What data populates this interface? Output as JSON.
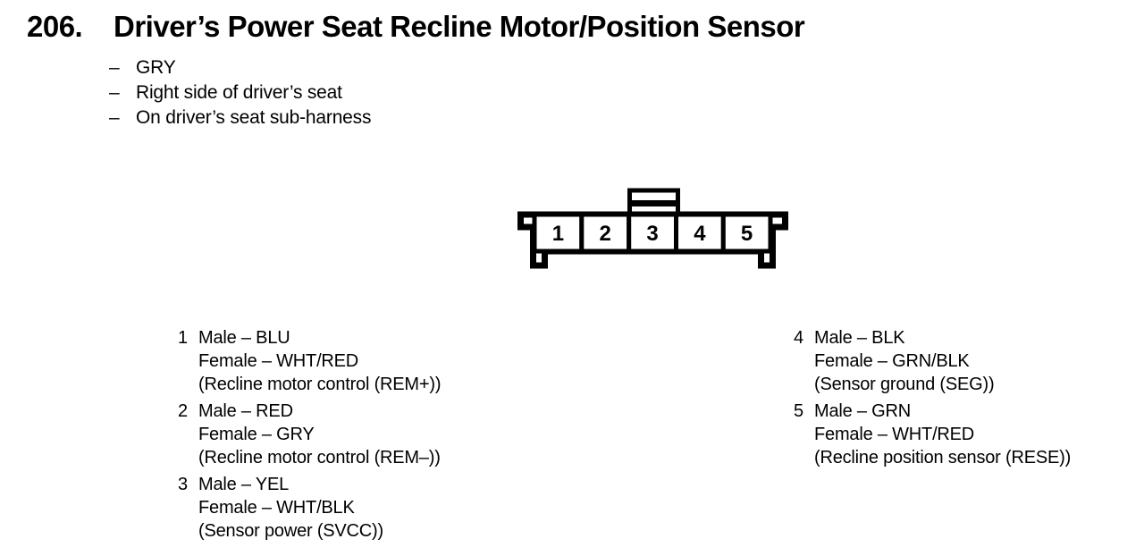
{
  "page": {
    "section_number": "206.",
    "title": "Driver’s Power Seat Recline Motor/Position Sensor",
    "dash": "–",
    "bullets": [
      "GRY",
      "Right side of driver’s seat",
      "On driver’s seat sub-harness"
    ]
  },
  "connector": {
    "pin_labels": [
      "1",
      "2",
      "3",
      "4",
      "5"
    ]
  },
  "pin_list": {
    "left": [
      {
        "num": "1",
        "male": "Male – BLU",
        "female": "Female – WHT/RED",
        "function": "(Recline motor control (REM+))"
      },
      {
        "num": "2",
        "male": "Male – RED",
        "female": "Female – GRY",
        "function": "(Recline motor control (REM–))"
      },
      {
        "num": "3",
        "male": "Male – YEL",
        "female": "Female – WHT/BLK",
        "function": "(Sensor power (SVCC))"
      }
    ],
    "right": [
      {
        "num": "4",
        "male": "Male – BLK",
        "female": "Female – GRN/BLK",
        "function": "(Sensor ground (SEG))"
      },
      {
        "num": "5",
        "male": "Male – GRN",
        "female": "Female – WHT/RED",
        "function": "(Recline position sensor (RESE))"
      }
    ]
  },
  "colors": {
    "ink": "#000000",
    "paper": "#ffffff"
  }
}
